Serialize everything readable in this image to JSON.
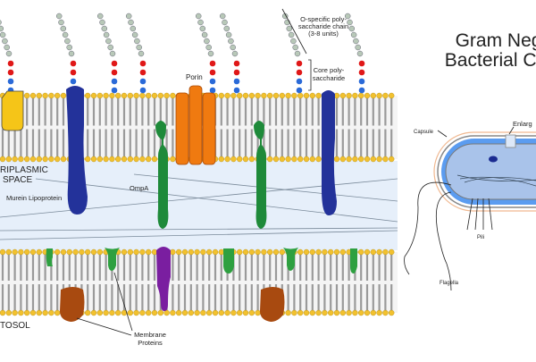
{
  "title": {
    "line1": "Gram Neg",
    "line2": "Bacterial Ce"
  },
  "labels": {
    "o_chain": [
      "O-specific poly-",
      "saccharide chain",
      "(3-8 units)"
    ],
    "core": [
      "Core poly-",
      "saccharide"
    ],
    "porin": "Porin",
    "periplasmic": [
      "RIPLASMIC",
      "SPACE"
    ],
    "murein": "Murein Lipoprotein",
    "ompa": "OmpA",
    "cytosol": "TOSOL",
    "membrane_proteins": [
      "Membrane",
      "Proteins"
    ]
  },
  "cell_labels": {
    "capsule": "Capsule",
    "enlarged": "Enlarg",
    "pili": "Pili",
    "flagella": "Flagella"
  },
  "colors": {
    "lipid_head": "#f2c12e",
    "tails": "#9a9a9a",
    "periplasm": "#e6effa",
    "murein": "#23329a",
    "porin": "#f07a10",
    "ompa": "#1e8a3a",
    "purple": "#7a1ea0",
    "brown": "#a84a10",
    "sugar_red": "#e01818",
    "sugar_blue": "#2a6ad8",
    "sugar_gray": "#b8c8b8",
    "cell_blue": "#5b9cf0",
    "cytoplasm": "#a9c3ea",
    "capsule": "#f0b890"
  }
}
